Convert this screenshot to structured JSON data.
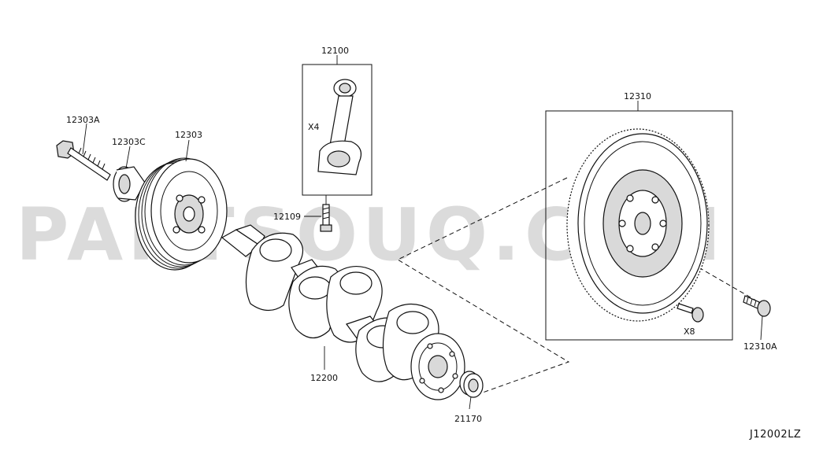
{
  "watermark": "PARTSOUQ.COM",
  "diagram_code": "J12002LZ",
  "parts": {
    "connecting_rod": "12100",
    "connecting_rod_qty": "X4",
    "rod_bolt": "12109",
    "pulley_bolt": "12303A",
    "pulley_washer": "12303C",
    "crank_pulley": "12303",
    "crankshaft": "12200",
    "rear_oil_seal": "21170",
    "flywheel": "12310",
    "flywheel_bolt": "12310A",
    "flywheel_bolt_qty": "X8"
  }
}
